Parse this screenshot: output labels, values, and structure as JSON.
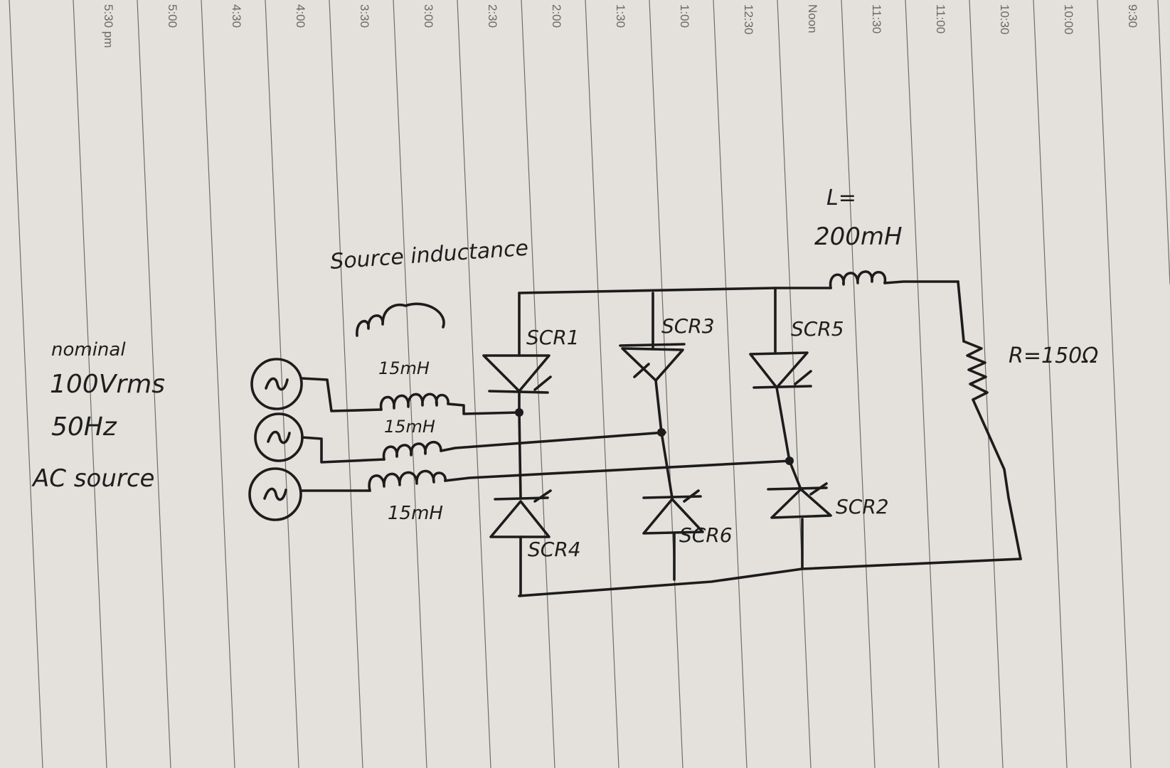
{
  "notebook": {
    "time_labels": [
      "9:30",
      "10:00",
      "10:30",
      "11:00",
      "11:30",
      "Noon",
      "12:30",
      "1:00",
      "1:30",
      "2:00",
      "2:30",
      "3:00",
      "3:30",
      "4:00",
      "4:30",
      "5:00",
      "5:30 pm"
    ]
  },
  "diagram": {
    "source_label_lines": [
      "nominal",
      "100Vrms",
      "50Hz",
      "AC source"
    ],
    "source_inductance_label": "Source inductance",
    "source_inductances": [
      "15mH",
      "15mH",
      "15mH"
    ],
    "thyristors": [
      "SCR1",
      "SCR3",
      "SCR5",
      "SCR4",
      "SCR6",
      "SCR2"
    ],
    "load_inductance_label_lines": [
      "L=",
      "200mH"
    ],
    "load_resistance_label": "R=150Ω"
  }
}
